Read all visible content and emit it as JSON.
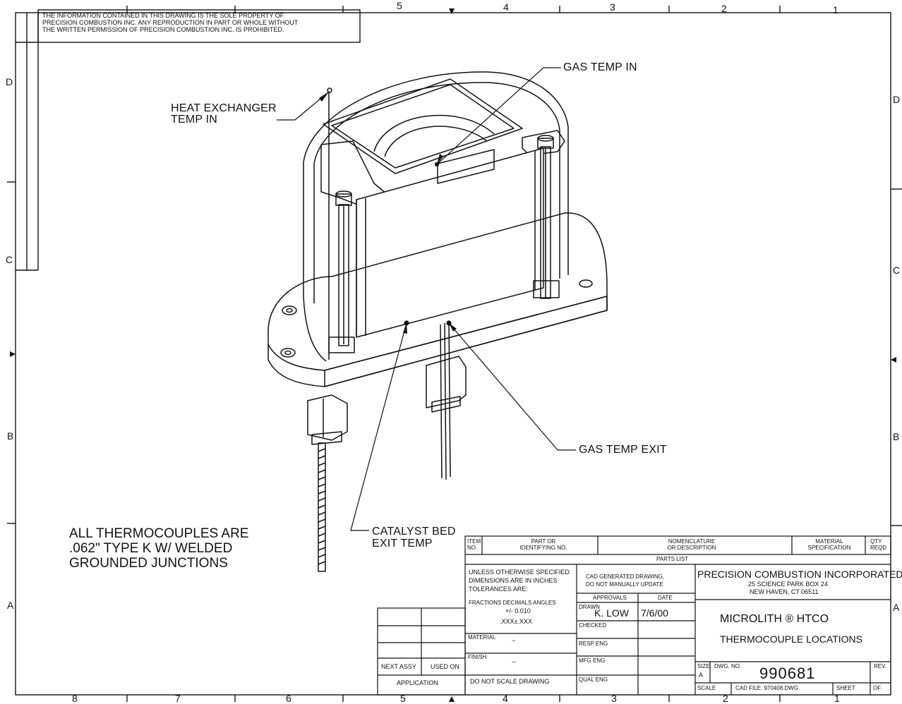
{
  "proprietary_notice": [
    "THE INFORMATION CONTAINED IN THIS DRAWING IS THE SOLE PROPERTY OF",
    "PRECISION COMBUSTION INC. ANY REPRODUCTION IN PART OR WHOLE WITHOUT",
    "THE WRITTEN PERMISSION OF PRECISION COMBUSTION INC. IS PROHIBITED."
  ],
  "zones": {
    "top": [
      "5",
      "4",
      "3",
      "2",
      "1"
    ],
    "bottom": [
      "8",
      "7",
      "6",
      "5",
      "4",
      "3",
      "2",
      "1"
    ],
    "left": [
      "D",
      "C",
      "B",
      "A"
    ],
    "right": [
      "D",
      "C",
      "B",
      "A"
    ]
  },
  "callouts": {
    "gas_temp_in": "GAS TEMP IN",
    "heat_exchanger_line1": "HEAT EXCHANGER",
    "heat_exchanger_line2": "TEMP IN",
    "gas_temp_exit": "GAS TEMP EXIT",
    "catalyst_line1": "CATALYST BED",
    "catalyst_line2": "EXIT TEMP"
  },
  "general_note": [
    "ALL THERMOCOUPLES ARE",
    ".062\" TYPE K W/ WELDED",
    "GROUNDED JUNCTIONS"
  ],
  "parts_list": {
    "col_item": [
      "ITEM",
      "NO."
    ],
    "col_part": [
      "PART OR",
      "IDENTIFYING NO."
    ],
    "col_nomenclature": [
      "NOMENCLATURE",
      "OR DESCRIPTION"
    ],
    "col_material": [
      "MATERIAL",
      "SPECIFICATION"
    ],
    "col_qty": [
      "QTY",
      "REQD"
    ],
    "title": "PARTS LIST"
  },
  "title_block": {
    "tolerances": [
      "UNLESS OTHERWISE SPECIFIED",
      "DIMENSIONS ARE IN INCHES",
      "TOLERANCES ARE:"
    ],
    "tol_heads": "FRACTIONS  DECIMALS  ANGLES",
    "tol_decimal1": "+/- 0.010",
    "tol_decimal2": ".XXX±.XXX",
    "material_label": "MATERIAL",
    "material_value": "~",
    "finish_label": "FINISH",
    "finish_value": "--",
    "do_not_scale": "DO NOT SCALE DRAWING",
    "cad_note": [
      "CAD GENERATED DRAWING,",
      "DO NOT MANUALLY UPDATE"
    ],
    "approvals_label": "APPROVALS",
    "date_label": "DATE",
    "drawn_label": "DRAWN",
    "drawn_by": "K. LOW",
    "drawn_date": "7/6/00",
    "checked_label": "CHECKED",
    "resp_eng_label": "RESP ENG",
    "mfg_eng_label": "MFG ENG",
    "qual_eng_label": "QUAL ENG",
    "company": "PRECISION COMBUSTION INCORPORATED",
    "address1": "25 SCIENCE PARK BOX 24",
    "address2": "NEW HAVEN, CT 06511",
    "title1": "MICROLITH ® HTCO",
    "title2": "THERMOCOUPLE LOCATIONS",
    "size_label": "SIZE",
    "size_value": "A",
    "dwg_no_label": "DWG. NO.",
    "dwg_no": "990681",
    "rev_label": "REV.",
    "scale_label": "SCALE",
    "cad_file": "CAD FILE: 970408.DWG",
    "sheet_label": "SHEET",
    "of_label": "OF",
    "next_assy": "NEXT ASSY",
    "used_on": "USED ON",
    "application": "APPLICATION"
  }
}
